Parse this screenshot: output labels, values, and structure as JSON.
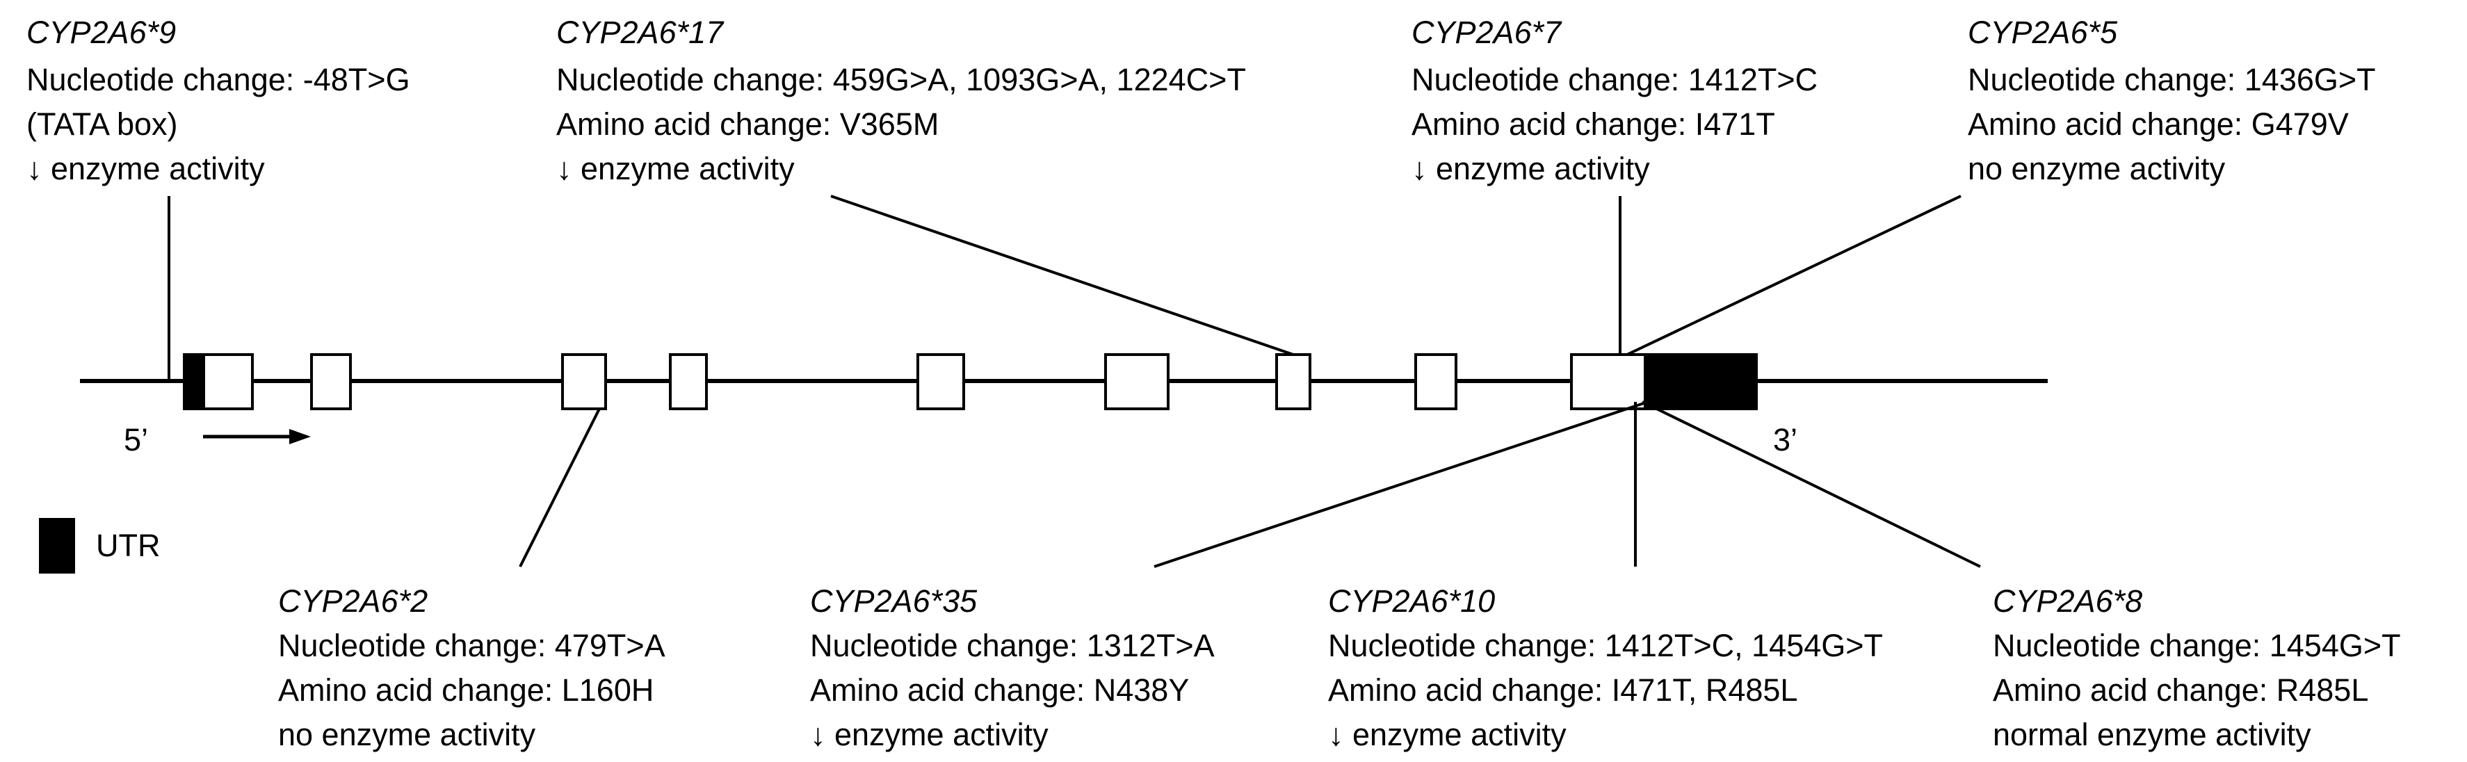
{
  "gene": {
    "five_prime_label": "5’",
    "three_prime_label": "3’"
  },
  "legend": {
    "utr_label": "UTR",
    "utr_color": "#000000"
  },
  "annotations": {
    "cyp2a6_9": {
      "allele": "CYP2A6*9",
      "line1": "Nucleotide change: -48T>G",
      "line2": "(TATA box)",
      "line3": "↓ enzyme activity"
    },
    "cyp2a6_17": {
      "allele": "CYP2A6*17",
      "line1": "Nucleotide change: 459G>A, 1093G>A, 1224C>T",
      "line2": "Amino acid change: V365M",
      "line3": "↓ enzyme activity"
    },
    "cyp2a6_7": {
      "allele": "CYP2A6*7",
      "line1": "Nucleotide change: 1412T>C",
      "line2": "Amino acid change: I471T",
      "line3": "↓ enzyme activity"
    },
    "cyp2a6_5": {
      "allele": "CYP2A6*5",
      "line1": "Nucleotide change: 1436G>T",
      "line2": "Amino acid change: G479V",
      "line3": "no enzyme activity"
    },
    "cyp2a6_2": {
      "allele": "CYP2A6*2",
      "line1": "Nucleotide change: 479T>A",
      "line2": "Amino acid change: L160H",
      "line3": "no enzyme activity"
    },
    "cyp2a6_35": {
      "allele": "CYP2A6*35",
      "line1": "Nucleotide change: 1312T>A",
      "line2": "Amino acid change: N438Y",
      "line3": "↓ enzyme activity"
    },
    "cyp2a6_10": {
      "allele": "CYP2A6*10",
      "line1": "Nucleotide change: 1412T>C, 1454G>T",
      "line2": "Amino acid change: I471T, R485L",
      "line3": "↓ enzyme activity"
    },
    "cyp2a6_8": {
      "allele": "CYP2A6*8",
      "line1": "Nucleotide change: 1454G>T",
      "line2": "Amino acid change: R485L",
      "line3": "normal enzyme activity"
    }
  }
}
